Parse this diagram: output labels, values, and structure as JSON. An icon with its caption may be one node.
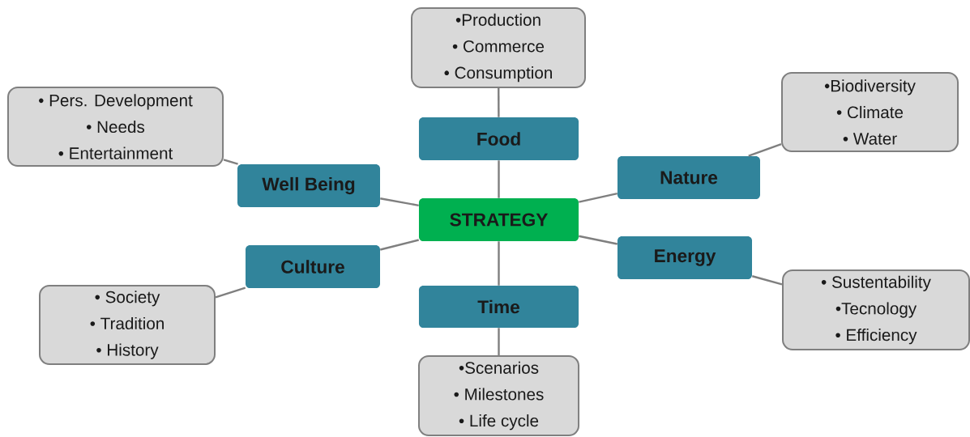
{
  "diagram": {
    "nodes": [
      {
        "text": [
          "•Production",
          "• Commerce",
          "• Consumption"
        ]
      },
      {
        "text": [
          "• Pers. Development",
          "• Needs",
          "• Entertainment"
        ]
      },
      {
        "text": [
          "•Biodiversity",
          "• Climate",
          "• Water"
        ]
      },
      {
        "text": [
          "Food"
        ]
      },
      {
        "text": [
          "Well Being"
        ]
      },
      {
        "text": [
          "Nature"
        ]
      },
      {
        "text": [
          "STRATEGY"
        ]
      },
      {
        "text": [
          "Culture"
        ]
      },
      {
        "text": [
          "Energy"
        ]
      },
      {
        "text": [
          "• Sustentability",
          "•Tecnology",
          "• Efficiency"
        ]
      },
      {
        "text": [
          "• Society",
          "• Tradition",
          "• History"
        ]
      },
      {
        "text": [
          "Time"
        ]
      },
      {
        "text": [
          "•Scenarios",
          "• Milestones",
          "• Life cycle"
        ]
      }
    ],
    "edges": [
      {
        "from": 6,
        "to": 3,
        "arrow": "none"
      },
      {
        "from": 6,
        "to": 4,
        "arrow": "none"
      },
      {
        "from": 6,
        "to": 5,
        "arrow": "none"
      },
      {
        "from": 6,
        "to": 7,
        "arrow": "none"
      },
      {
        "from": 6,
        "to": 8,
        "arrow": "none"
      },
      {
        "from": 6,
        "to": 11,
        "arrow": "none"
      },
      {
        "from": 3,
        "to": 0,
        "arrow": "none"
      },
      {
        "from": 4,
        "to": 1,
        "arrow": "none"
      },
      {
        "from": 5,
        "to": 2,
        "arrow": "none"
      },
      {
        "from": 7,
        "to": 10,
        "arrow": "none"
      },
      {
        "from": 8,
        "to": 9,
        "arrow": "none"
      },
      {
        "from": 11,
        "to": 12,
        "arrow": "none"
      }
    ]
  }
}
